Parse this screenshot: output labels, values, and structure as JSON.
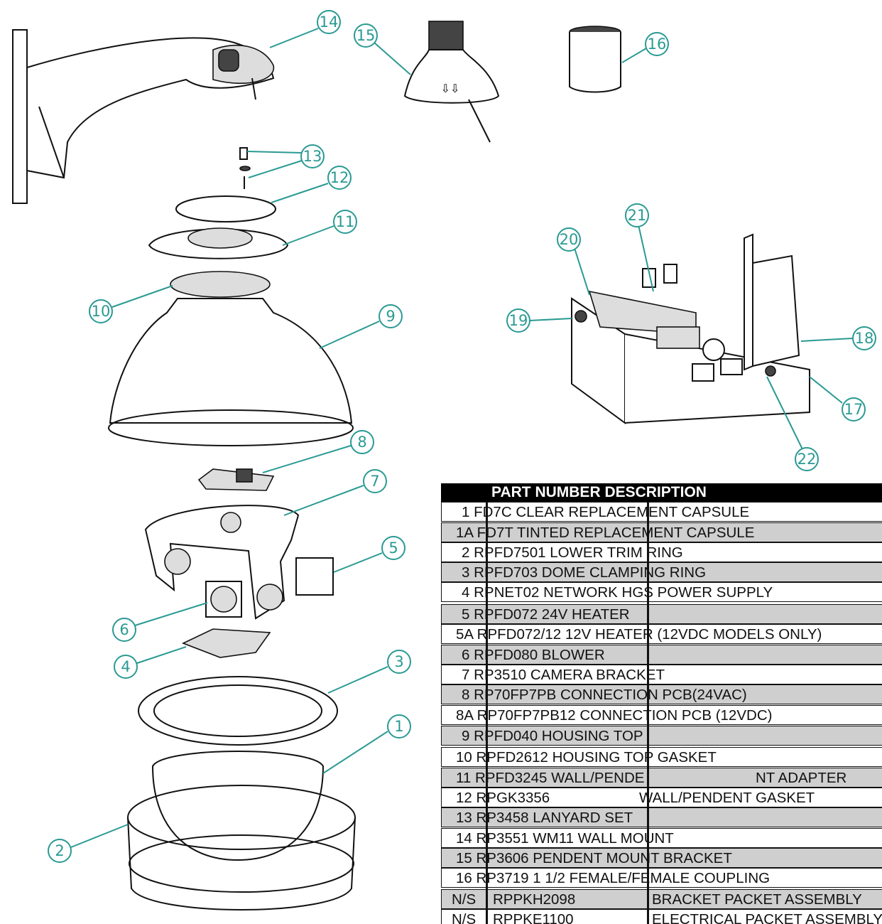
{
  "callouts": [
    "14",
    "15",
    "16",
    "13",
    "12",
    "11",
    "10",
    "9",
    "21",
    "20",
    "19",
    "18",
    "17",
    "22",
    "8",
    "7",
    "5",
    "6",
    "4",
    "3",
    "1",
    "2"
  ],
  "table": {
    "header": "PART NUMBER DESCRIPTION",
    "rows": [
      {
        "text": "1 FD7C CLEAR REPLACEMENT CAPSULE",
        "shade": false
      },
      {
        "text": "1A FD7T TINTED REPLACEMENT CAPSULE",
        "shade": true
      },
      {
        "text": "2 RPFD7501 LOWER TRIM RING",
        "shade": false
      },
      {
        "text": "3 RPFD703 DOME CLAMPING RING",
        "shade": true
      },
      {
        "text": "4 RPNET02 NETWORK HGS POWER SUPPLY",
        "shade": false
      },
      {
        "text": "5 RPFD072 24V HEATER",
        "shade": true
      },
      {
        "text": "5A RPFD072/12 12V HEATER (12VDC MODELS ONLY)",
        "shade": false
      },
      {
        "text": "6 RPFD080 BLOWER",
        "shade": true
      },
      {
        "text": "7 RP3510 CAMERA BRACKET",
        "shade": false
      },
      {
        "text": "8 RP70FP7PB CONNECTION PCB(24VAC)",
        "shade": true
      },
      {
        "text": "8A RP70FP7PB12 CONNECTION PCB (12VDC)",
        "shade": false
      },
      {
        "text": "9 RPFD040 HOUSING TOP",
        "shade": true
      },
      {
        "text": "10 RPFD2612 HOUSING TOP GASKET",
        "shade": false
      },
      {
        "text": "11 RPFD3245 WALL/PENDE",
        "text2": "NT ADAPTER",
        "shade": true
      },
      {
        "text": "12 RPGK3356",
        "text2": "WALL/PENDENT GASKET",
        "shade": false
      },
      {
        "text": "13 RP3458 LANYARD SET",
        "shade": true
      },
      {
        "text": "14 RP3551 WM11 WALL MOUNT",
        "shade": false
      },
      {
        "text": "15 RP3606 PENDENT MOUNT BRACKET",
        "shade": true
      },
      {
        "text": "16 RP3719 1 1/2 FEMALE/FEMALE COUPLING",
        "shade": false
      },
      {
        "text": "N/S",
        "text2": "RPPKH2098",
        "text3": "BRACKET PACKET ASSEMBLY",
        "shade": true
      },
      {
        "text": "N/S",
        "text2": "RPPKE1100",
        "text3": "ELECTRICAL PACKET ASSEMBLY",
        "shade": false
      }
    ]
  }
}
